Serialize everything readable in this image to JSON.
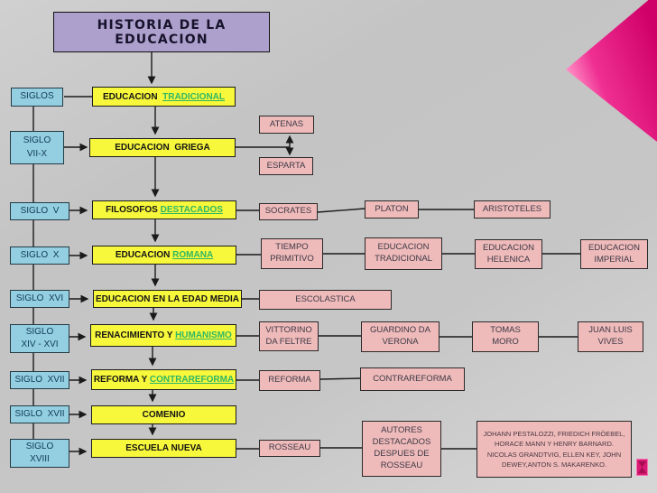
{
  "title": {
    "label": "HISTORIA DE LA EDUCACION"
  },
  "colors": {
    "background": "#c6c6c6",
    "title_fill": "#ada0cd",
    "century_fill": "#93cfe0",
    "stage_fill": "#f7f73c",
    "detail_fill": "#efbaba",
    "link_green": "#2fb763",
    "accent_triangle": "#e61283",
    "line_color": "#1a1a1a"
  },
  "centuries": [
    {
      "line1": "SIGLOS",
      "line2": ""
    },
    {
      "line1": "SIGLO",
      "line2": "VII-X"
    },
    {
      "line1": "SIGLO  V",
      "line2": ""
    },
    {
      "line1": "SIGLO  X",
      "line2": ""
    },
    {
      "line1": "SIGLO  XVI",
      "line2": ""
    },
    {
      "line1": "SIGLO",
      "line2": "XIV - XVI"
    },
    {
      "line1": "SIGLO  XVII",
      "line2": ""
    },
    {
      "line1": "SIGLO  XVII",
      "line2": ""
    },
    {
      "line1": "SIGLO",
      "line2": "XVIII"
    }
  ],
  "stages": [
    {
      "black": "EDUCACION  ",
      "green": "TRADICIONAL"
    },
    {
      "black": "EDUCACION  GRIEGA",
      "green": ""
    },
    {
      "black": "FILOSOFOS ",
      "green": "DESTACADOS"
    },
    {
      "black": "EDUCACION ",
      "green": "ROMANA"
    },
    {
      "black": "EDUCACION EN LA EDAD MEDIA",
      "green": ""
    },
    {
      "black": "RENACIMIENTO Y ",
      "green": "HUMANISMO"
    },
    {
      "black": "REFORMA Y ",
      "green": "CONTRAREFORMA"
    },
    {
      "black": "COMENIO",
      "green": ""
    },
    {
      "black": "ESCUELA NUEVA",
      "green": ""
    }
  ],
  "details": [
    {
      "label": "ATENAS"
    },
    {
      "label": "ESPARTA"
    },
    {
      "label": "SOCRATES"
    },
    {
      "label": "PLATON"
    },
    {
      "label": "ARISTOTELES"
    },
    {
      "label": "TIEMPO PRIMITIVO"
    },
    {
      "label": "EDUCACION TRADICIONAL"
    },
    {
      "label": "EDUCACION HELENICA"
    },
    {
      "label": "EDUCACION IMPERIAL"
    },
    {
      "label": "ESCOLASTICA"
    },
    {
      "label": "VITTORINO DA FELTRE"
    },
    {
      "label": "GUARDINO DA VERONA"
    },
    {
      "label": "TOMAS MORO"
    },
    {
      "label": "JUAN LUIS VIVES"
    },
    {
      "label": "REFORMA"
    },
    {
      "label": "CONTRAREFORMA"
    },
    {
      "label": "ROSSEAU"
    },
    {
      "label": "AUTORES DESTACADOS DESPUES DE ROSSEAU"
    },
    {
      "label": "JOHANN PESTALOZZI, FRIEDICH FRÖEBEL, HORACE MANN Y HENRY BARNARD. NICOLAS GRANDTVIG, ELLEN KEY, JOHN DEWEY,ANTON S. MAKARENKO."
    }
  ]
}
